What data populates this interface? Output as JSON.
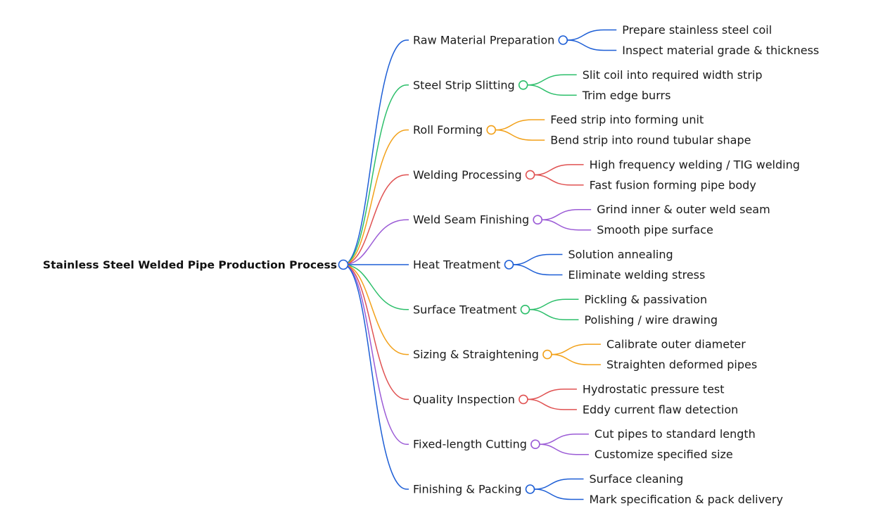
{
  "root": {
    "label": "Stainless Steel Welded Pipe Production Process",
    "color": "#1e5fd6"
  },
  "branches": [
    {
      "label": "Raw Material Preparation",
      "color": "#1e5fd6",
      "children": [
        "Prepare stainless steel coil",
        "Inspect material grade & thickness"
      ]
    },
    {
      "label": "Steel Strip Slitting",
      "color": "#2dbf6b",
      "children": [
        "Slit coil into required width strip",
        "Trim edge burrs"
      ]
    },
    {
      "label": "Roll Forming",
      "color": "#f2a11a",
      "children": [
        "Feed strip into forming unit",
        "Bend strip into round tubular shape"
      ]
    },
    {
      "label": "Welding Processing",
      "color": "#e05252",
      "children": [
        "High frequency welding / TIG welding",
        "Fast fusion forming pipe body"
      ]
    },
    {
      "label": "Weld Seam Finishing",
      "color": "#9b5bd6",
      "children": [
        "Grind inner & outer weld seam",
        "Smooth pipe surface"
      ]
    },
    {
      "label": "Heat Treatment",
      "color": "#1e5fd6",
      "children": [
        "Solution annealing",
        "Eliminate welding stress"
      ]
    },
    {
      "label": "Surface Treatment",
      "color": "#2dbf6b",
      "children": [
        "Pickling & passivation",
        "Polishing / wire drawing"
      ]
    },
    {
      "label": "Sizing & Straightening",
      "color": "#f2a11a",
      "children": [
        "Calibrate outer diameter",
        "Straighten deformed pipes"
      ]
    },
    {
      "label": "Quality Inspection",
      "color": "#e05252",
      "children": [
        "Hydrostatic pressure test",
        "Eddy current flaw detection"
      ]
    },
    {
      "label": "Fixed-length Cutting",
      "color": "#9b5bd6",
      "children": [
        "Cut pipes to standard length",
        "Customize specified size"
      ]
    },
    {
      "label": "Finishing & Packing",
      "color": "#1e5fd6",
      "children": [
        "Surface cleaning",
        "Mark specification & pack delivery"
      ]
    }
  ]
}
